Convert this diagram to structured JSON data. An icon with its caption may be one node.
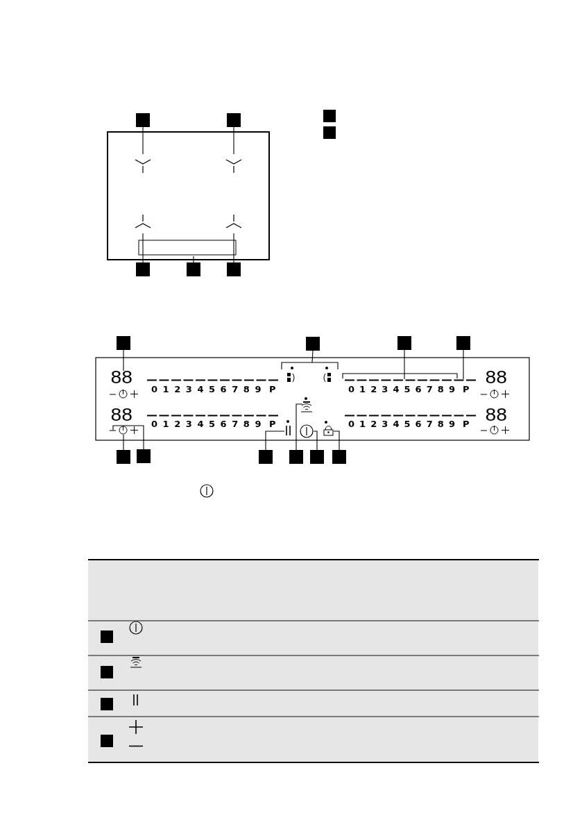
{
  "diagram": {
    "nodes": [
      {
        "text": [],
        "shape": "box"
      },
      {
        "text": [],
        "shape": "box"
      },
      {
        "text": [],
        "shape": "box"
      },
      {
        "text": [],
        "shape": "box"
      },
      {
        "text": [],
        "shape": "box"
      },
      {
        "text": [],
        "shape": "box"
      },
      {
        "text": [],
        "shape": "box"
      },
      {
        "text": [],
        "shape": "box"
      },
      {
        "text": [],
        "shape": "box"
      },
      {
        "text": [],
        "shape": "box"
      },
      {
        "text": [],
        "shape": "box"
      },
      {
        "text": [],
        "shape": "box"
      },
      {
        "text": [],
        "shape": "box"
      },
      {
        "text": [],
        "shape": "box"
      },
      {
        "text": [],
        "shape": "box"
      },
      {
        "text": [],
        "shape": "box"
      },
      {
        "text": [],
        "shape": "box"
      },
      {
        "text": [],
        "shape": "box"
      },
      {
        "text": [],
        "shape": "box"
      },
      {
        "text": [],
        "shape": "box"
      },
      {
        "text": [],
        "shape": "box"
      },
      {
        "text": [],
        "shape": "cross"
      },
      {
        "text": [],
        "shape": "cross"
      },
      {
        "text": [],
        "shape": "cross"
      },
      {
        "text": [],
        "shape": "cross"
      },
      {
        "text": [],
        "shape": "box"
      },
      {
        "text": [
          "88"
        ]
      },
      {
        "text": [],
        "shape": "bar"
      },
      {
        "text": [],
        "shape": "circle"
      },
      {
        "text": [],
        "shape": "circle"
      },
      {
        "text": [],
        "shape": "lock"
      }
    ],
    "edges": [
      {
        "from": 0,
        "to": 21,
        "arrow": "none"
      },
      {
        "from": 1,
        "to": 22,
        "arrow": "none"
      },
      {
        "from": 4,
        "to": 23,
        "arrow": "none"
      },
      {
        "from": 5,
        "to": 25,
        "arrow": "none"
      },
      {
        "from": 6,
        "to": 24,
        "arrow": "none"
      },
      {
        "from": 7,
        "to": 26,
        "arrow": "none"
      },
      {
        "from": 8,
        "to": null,
        "arrow": "none"
      },
      {
        "from": 9,
        "to": 27,
        "arrow": "none"
      },
      {
        "from": 10,
        "to": 27,
        "arrow": "none"
      },
      {
        "from": 11,
        "to": 28,
        "arrow": "none"
      },
      {
        "from": 12,
        "to": 28,
        "arrow": "none"
      },
      {
        "from": 13,
        "to": null,
        "arrow": "none"
      },
      {
        "from": 14,
        "to": null,
        "arrow": "none"
      },
      {
        "from": 15,
        "to": 29,
        "arrow": "none"
      },
      {
        "from": 16,
        "to": 30,
        "arrow": "none"
      }
    ],
    "labels": [
      "0",
      "1",
      "2",
      "3",
      "4",
      "5",
      "6",
      "7",
      "8",
      "9",
      "P",
      "0",
      "1",
      "2",
      "3",
      "4",
      "5",
      "6",
      "7",
      "8",
      "9",
      "P",
      "88",
      "88",
      "0",
      "1",
      "2",
      "3",
      "4",
      "5",
      "6",
      "7",
      "8",
      "9",
      "P",
      "0",
      "1",
      "2",
      "3",
      "4",
      "5",
      "6",
      "7",
      "8",
      "9",
      "P",
      "88"
    ]
  }
}
